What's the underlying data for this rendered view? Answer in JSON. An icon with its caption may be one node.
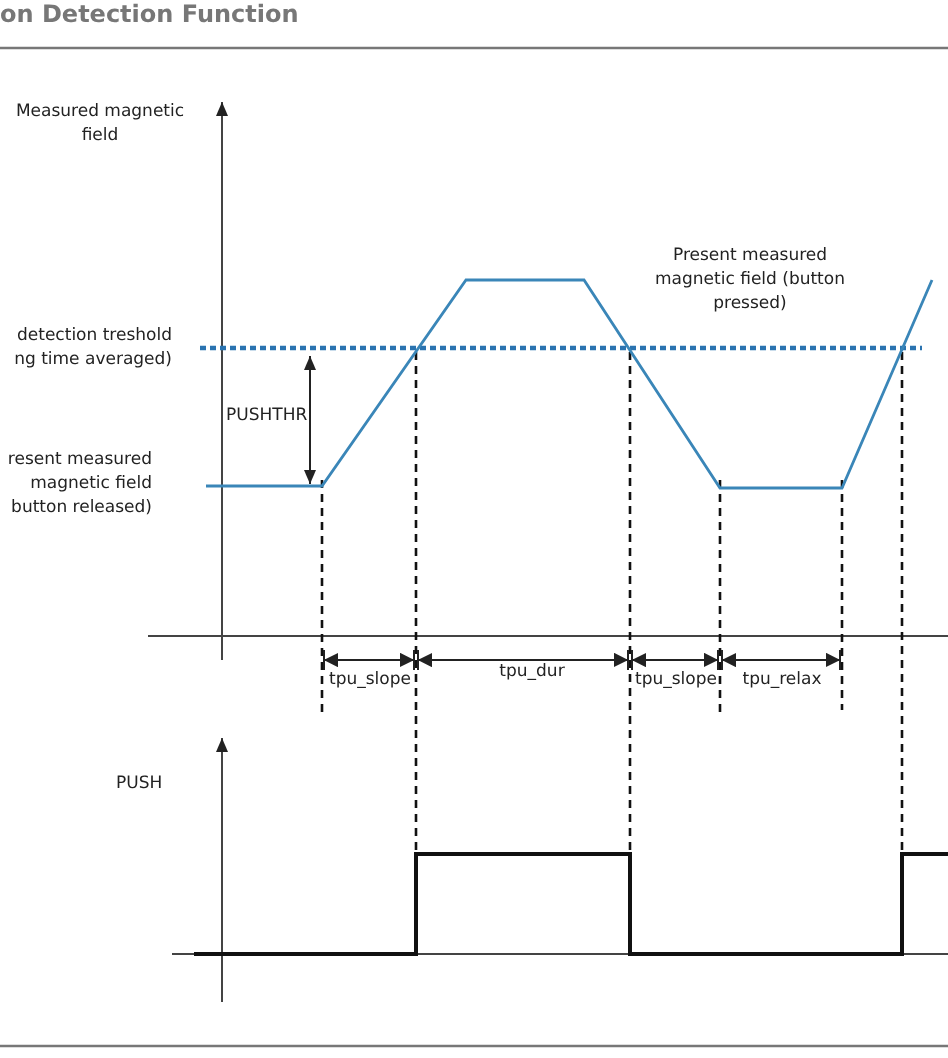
{
  "diagram": {
    "title": "on Detection Function",
    "labels": [
      "Measured magnetic field",
      "detection treshold ng time averaged)",
      "Present measured magnetic field (button pressed)",
      "PUSHTHR",
      "resent measured magnetic field button released)",
      "tpu_slope",
      "tpu_dur",
      "tpu_slope",
      "tpu_relax",
      "PUSH"
    ]
  }
}
